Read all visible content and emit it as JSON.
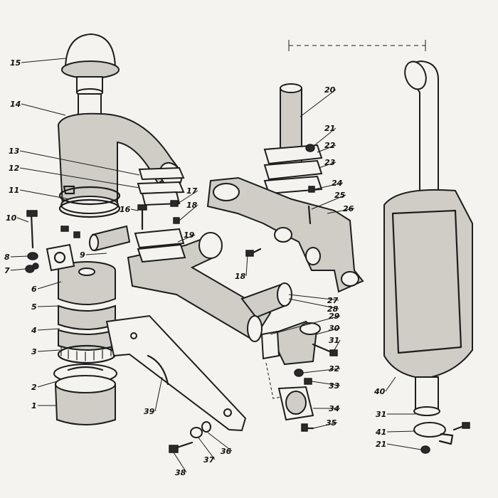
{
  "diagram": {
    "labels": [
      {
        "id": "15"
      },
      {
        "id": "14"
      },
      {
        "id": "13"
      },
      {
        "id": "12"
      },
      {
        "id": "11"
      },
      {
        "id": "10"
      },
      {
        "id": "8"
      },
      {
        "id": "7"
      },
      {
        "id": "6"
      },
      {
        "id": "5"
      },
      {
        "id": "4"
      },
      {
        "id": "3"
      },
      {
        "id": "2"
      },
      {
        "id": "1"
      },
      {
        "id": "9"
      },
      {
        "id": "16"
      },
      {
        "id": "17"
      },
      {
        "id": "18a",
        "text": "18"
      },
      {
        "id": "19"
      },
      {
        "id": "18b",
        "text": "18"
      },
      {
        "id": "20"
      },
      {
        "id": "21a",
        "text": "21"
      },
      {
        "id": "22"
      },
      {
        "id": "23"
      },
      {
        "id": "24"
      },
      {
        "id": "25"
      },
      {
        "id": "26"
      },
      {
        "id": "27"
      },
      {
        "id": "28"
      },
      {
        "id": "29"
      },
      {
        "id": "30"
      },
      {
        "id": "31a",
        "text": "31"
      },
      {
        "id": "32"
      },
      {
        "id": "33"
      },
      {
        "id": "34"
      },
      {
        "id": "35"
      },
      {
        "id": "36"
      },
      {
        "id": "37"
      },
      {
        "id": "38"
      },
      {
        "id": "39"
      },
      {
        "id": "40"
      },
      {
        "id": "31b",
        "text": "31"
      },
      {
        "id": "41"
      },
      {
        "id": "21b",
        "text": "21"
      }
    ]
  }
}
